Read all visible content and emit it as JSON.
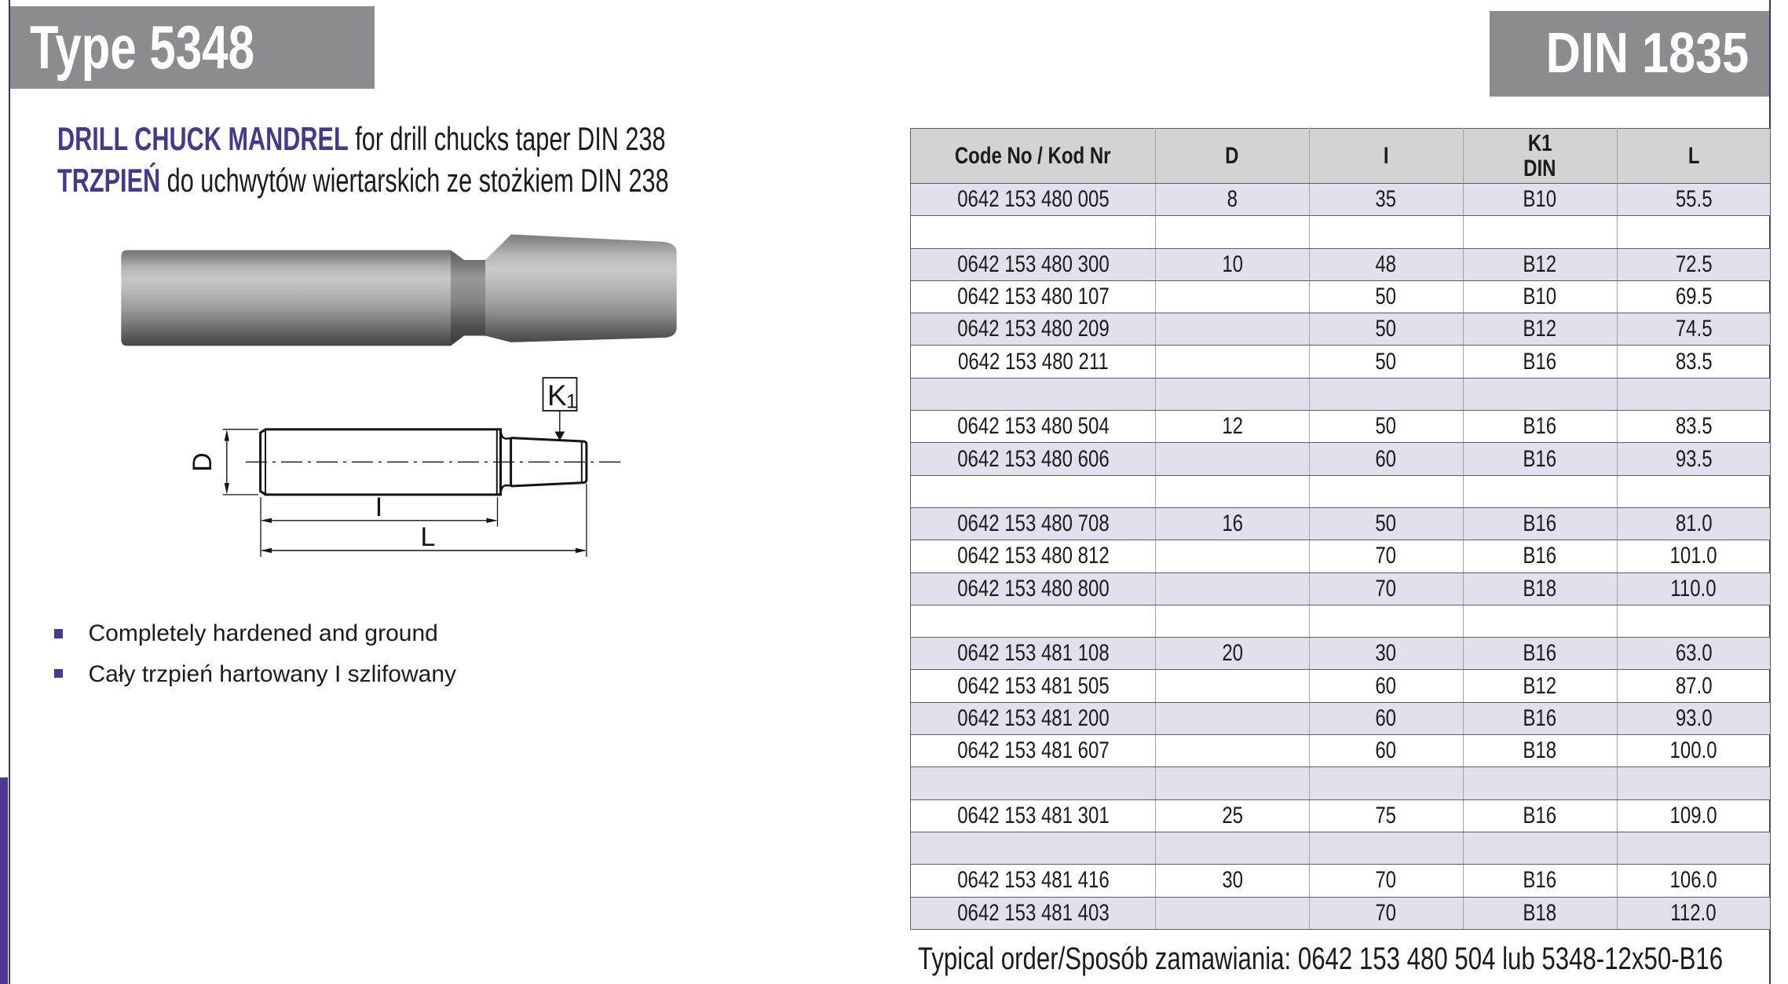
{
  "page": {
    "background": "#ffffff",
    "accent_purple": "#46398c",
    "bar_purple": "#4a3790",
    "edge_line_purple": "#3d3367",
    "box_gray": "#8a8c8f",
    "table_header_gray": "#d2d3d5",
    "row_stripe_lavender": "#e3e0ee"
  },
  "header": {
    "type_label": "Type 5348",
    "din_label": "DIN 1835"
  },
  "description": {
    "line1_lead": "DRILL CHUCK MANDREL",
    "line1_rest": " for drill chucks taper DIN 238",
    "line2_lead": "TRZPIEŃ",
    "line2_rest": " do uchwytów wiertarskich ze stożkiem DIN 238"
  },
  "features": [
    "Completely hardened and ground",
    "Cały trzpień hartowany I szlifowany"
  ],
  "diagram": {
    "labels": {
      "k": "K",
      "k_sub": "1",
      "d": "D",
      "i": "I",
      "l": "L"
    }
  },
  "table": {
    "columns": [
      {
        "label": "Code No / Kod Nr"
      },
      {
        "label": "D"
      },
      {
        "label": "I"
      },
      {
        "label": "K1",
        "label2": "DIN"
      },
      {
        "label": "L"
      }
    ],
    "rows": [
      {
        "code": "0642 153 480 005",
        "d": "8",
        "i": "35",
        "k1": "B10",
        "l": "55.5"
      },
      {
        "code": "",
        "d": "",
        "i": "",
        "k1": "",
        "l": ""
      },
      {
        "code": "0642 153 480 300",
        "d": "10",
        "i": "48",
        "k1": "B12",
        "l": "72.5"
      },
      {
        "code": "0642 153 480 107",
        "d": "",
        "i": "50",
        "k1": "B10",
        "l": "69.5"
      },
      {
        "code": "0642 153 480 209",
        "d": "",
        "i": "50",
        "k1": "B12",
        "l": "74.5"
      },
      {
        "code": "0642 153 480 211",
        "d": "",
        "i": "50",
        "k1": "B16",
        "l": "83.5"
      },
      {
        "code": "",
        "d": "",
        "i": "",
        "k1": "",
        "l": ""
      },
      {
        "code": "0642 153 480 504",
        "d": "12",
        "i": "50",
        "k1": "B16",
        "l": "83.5"
      },
      {
        "code": "0642 153 480 606",
        "d": "",
        "i": "60",
        "k1": "B16",
        "l": "93.5"
      },
      {
        "code": "",
        "d": "",
        "i": "",
        "k1": "",
        "l": ""
      },
      {
        "code": "0642 153 480 708",
        "d": "16",
        "i": "50",
        "k1": "B16",
        "l": "81.0"
      },
      {
        "code": "0642 153 480 812",
        "d": "",
        "i": "70",
        "k1": "B16",
        "l": "101.0"
      },
      {
        "code": "0642 153 480 800",
        "d": "",
        "i": "70",
        "k1": "B18",
        "l": "110.0"
      },
      {
        "code": "",
        "d": "",
        "i": "",
        "k1": "",
        "l": ""
      },
      {
        "code": "0642 153 481 108",
        "d": "20",
        "i": "30",
        "k1": "B16",
        "l": "63.0"
      },
      {
        "code": "0642 153 481 505",
        "d": "",
        "i": "60",
        "k1": "B12",
        "l": "87.0"
      },
      {
        "code": "0642 153 481 200",
        "d": "",
        "i": "60",
        "k1": "B16",
        "l": "93.0"
      },
      {
        "code": "0642 153 481 607",
        "d": "",
        "i": "60",
        "k1": "B18",
        "l": "100.0"
      },
      {
        "code": "",
        "d": "",
        "i": "",
        "k1": "",
        "l": ""
      },
      {
        "code": "0642 153 481 301",
        "d": "25",
        "i": "75",
        "k1": "B16",
        "l": "109.0"
      },
      {
        "code": "",
        "d": "",
        "i": "",
        "k1": "",
        "l": ""
      },
      {
        "code": "0642 153 481 416",
        "d": "30",
        "i": "70",
        "k1": "B16",
        "l": "106.0"
      },
      {
        "code": "0642 153 481 403",
        "d": "",
        "i": "70",
        "k1": "B18",
        "l": "112.0"
      }
    ]
  },
  "footer": {
    "order_note": "Typical order/Sposób zamawiania: 0642 153 480 504 lub 5348-12x50-B16"
  }
}
